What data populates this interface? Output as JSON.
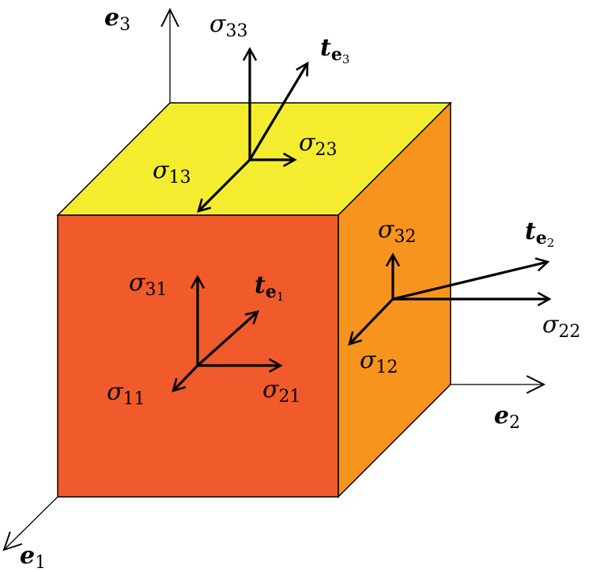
{
  "colors": {
    "front": "#F15A2B",
    "top": "#F4EC2E",
    "right": "#F7941E",
    "arrow": "#000000"
  },
  "axes": {
    "e1": {
      "base": "e",
      "sub": "1"
    },
    "e2": {
      "base": "e",
      "sub": "2"
    },
    "e3": {
      "base": "e",
      "sub": "3"
    }
  },
  "top_face": {
    "traction": {
      "base": "t",
      "sub_base": "e",
      "sub": "3"
    },
    "s33": {
      "base": "σ",
      "sub": "33"
    },
    "s23": {
      "base": "σ",
      "sub": "23"
    },
    "s13": {
      "base": "σ",
      "sub": "13"
    }
  },
  "front_face": {
    "traction": {
      "base": "t",
      "sub_base": "e",
      "sub": "1"
    },
    "s31": {
      "base": "σ",
      "sub": "31"
    },
    "s21": {
      "base": "σ",
      "sub": "21"
    },
    "s11": {
      "base": "σ",
      "sub": "11"
    }
  },
  "right_face": {
    "traction": {
      "base": "t",
      "sub_base": "e",
      "sub": "2"
    },
    "s32": {
      "base": "σ",
      "sub": "32"
    },
    "s22": {
      "base": "σ",
      "sub": "22"
    },
    "s12": {
      "base": "σ",
      "sub": "12"
    }
  }
}
